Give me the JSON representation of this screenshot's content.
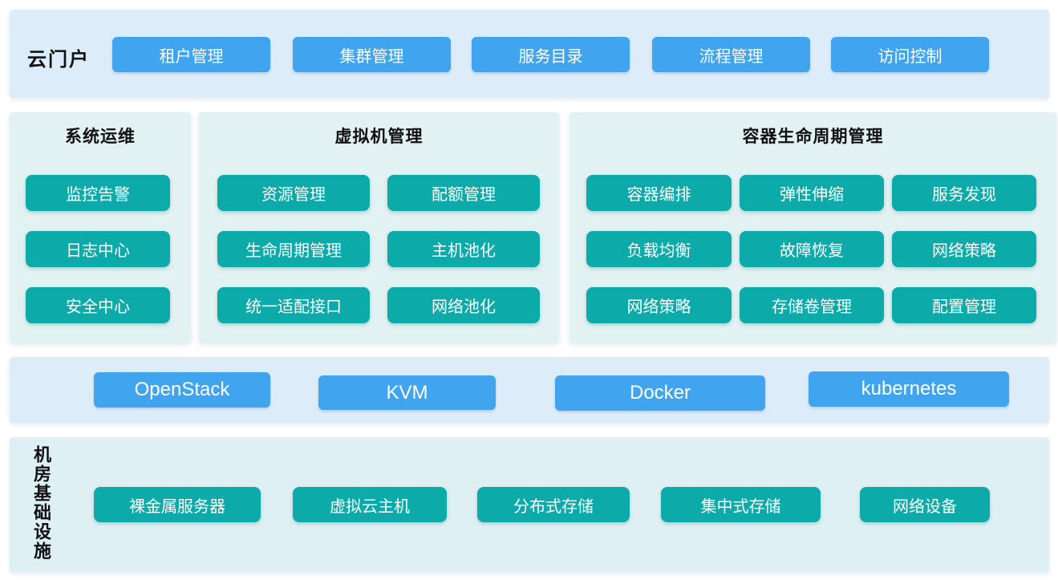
{
  "colors": {
    "blue_button": "#41a4ee",
    "teal_button": "#0caaa9",
    "portal_band_bg": "#ddecf9",
    "platform_band_bg": "#ddecf9",
    "panel_bg": "#e2f1f2",
    "infra_band_bg": "#def0f4"
  },
  "portal": {
    "label": "云门户",
    "buttons": [
      "租户管理",
      "集群管理",
      "服务目录",
      "流程管理",
      "访问控制"
    ]
  },
  "panels": [
    {
      "title": "系统运维",
      "buttons": [
        "监控告警",
        "日志中心",
        "安全中心"
      ]
    },
    {
      "title": "虚拟机管理",
      "buttons": [
        "资源管理",
        "配额管理",
        "生命周期管理",
        "主机池化",
        "统一适配接口",
        "网络池化"
      ]
    },
    {
      "title": "容器生命周期管理",
      "buttons": [
        "容器编排",
        "弹性伸缩",
        "服务发现",
        "负载均衡",
        "故障恢复",
        "网络策略",
        "网络策略",
        "存储卷管理",
        "配置管理"
      ]
    }
  ],
  "platform": {
    "buttons": [
      "OpenStack",
      "KVM",
      "Docker",
      "kubernetes"
    ]
  },
  "infrastructure": {
    "label": "机房基础设施",
    "buttons": [
      "裸金属服务器",
      "虚拟云主机",
      "分布式存储",
      "集中式存储",
      "网络设备"
    ]
  }
}
